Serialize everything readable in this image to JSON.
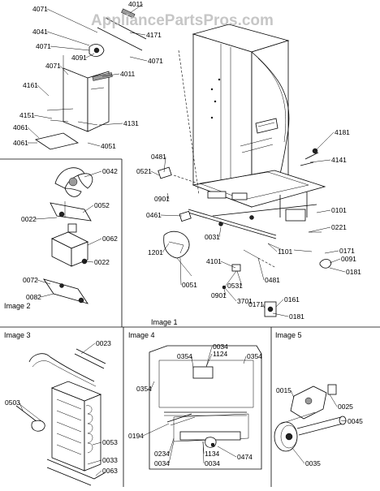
{
  "watermark": "AppliancePartsPros.com",
  "panels": {
    "image1": "Image 1",
    "image2": "Image 2",
    "image3": "Image 3",
    "image4": "Image 4",
    "image5": "Image 5"
  },
  "callouts": {
    "main": [
      "4071",
      "4011",
      "4041",
      "4071",
      "4171",
      "4091",
      "4071",
      "4071",
      "4011",
      "4161",
      "4151",
      "4061",
      "4131",
      "4061",
      "4051",
      "4181",
      "4141",
      "0481",
      "0521",
      "0901",
      "0461",
      "0101",
      "0221",
      "0171",
      "0091",
      "0181",
      "1201",
      "0031",
      "4101",
      "1101",
      "0051",
      "0531",
      "3701",
      "0481",
      "0901",
      "0171",
      "0161",
      "0181"
    ],
    "image2": [
      "0042",
      "0052",
      "0022",
      "0062",
      "0022",
      "0072",
      "0082"
    ],
    "image3": [
      "0023",
      "0503",
      "0053",
      "0033",
      "0063"
    ],
    "image4": [
      "0034",
      "1124",
      "0354",
      "0354",
      "0354",
      "0194",
      "0234",
      "0034",
      "1134",
      "0034",
      "0474"
    ],
    "image5": [
      "0015",
      "0025",
      "0045",
      "0035"
    ]
  }
}
